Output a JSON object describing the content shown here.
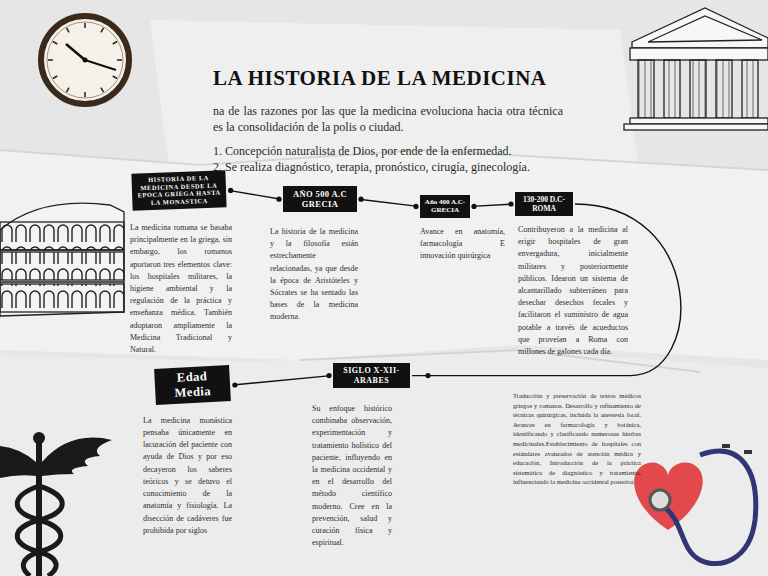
{
  "diagram": {
    "title": "LA HISTORIA DE LA MEDICINA",
    "nodes": [
      {
        "text": [
          "HISTORIA DE LA MEDICINA DESDE LA EPOCA GRIEGA HASTA LA MONASTICA",
          "La medicina romana se basaba principalmente en la griega, sin embargo, los romanos aportaron tres elementos clave: los hospitales militares, la higiene ambiental y la regulación de la práctica y enseñanza médica. También adoptaron ampliamente la Medicina Tradicional y Natural."
        ]
      },
      {
        "text": [
          "AÑO 500 A.C GRECIA",
          "La historia de la medicina y la filosofía están estrechamente relacionadas, ya que desde la época de Aristóteles y Sócrates se ha sentado las bases de la medicina moderna."
        ]
      },
      {
        "text": [
          "Año 400 A.C- GRECIA",
          "Avance en anatomía, farmacología E innovación quirúrgica"
        ]
      },
      {
        "text": [
          "130-200 D.C- ROMA",
          "Contribuyeron a la medicina al erigir hospitales de gran envergadura, inicialmente militares y posteriormente públicos. Idearon un sistema de alcantarillado subterráneo para desechar desechos fecales y facilitaron el suministro de agua potable a través de acueductos que proveían a Roma con millones de galones cada día."
        ]
      },
      {
        "text": [
          "Edad Media",
          "La medicina monástica pensaba únicamente en lacuración del paciente con ayuda de Dios y por eso decayeron los saberes teóricos y se detuvo el conocimiento de la anatomía y fisiología. La disección de cadáveres fue prohibida por siglos"
        ]
      },
      {
        "text": [
          "SIGLO X-XII- ARABES",
          "Su enfoque histórico combinaba observación, experimentación y tratamiento holístico del paciente, influyendo en la medicina occidental y en el desarrollo del método científico moderno. Cree en la prevención, salud y curación física y espiritual."
        ]
      }
    ],
    "edges": [
      {
        "from": 0,
        "to": 1,
        "arrow": "none"
      },
      {
        "from": 1,
        "to": 2,
        "arrow": "none"
      },
      {
        "from": 2,
        "to": 3,
        "arrow": "none"
      },
      {
        "from": 3,
        "to": 5,
        "arrow": "none"
      },
      {
        "from": 4,
        "to": 5,
        "arrow": "none"
      }
    ],
    "labels": [
      "na de las razones por las que la medicina evoluciona hacia otra técnica es la consolidación de la polis o ciudad.",
      "1. Concepción naturalista de Dios, por ende de la enfermedad.",
      "2. Se realiza diagnóstico, terapia, pronóstico, cirugía, ginecología.",
      "Traducción y preservación de textos médicos griegos y romanos. Desarrollo y refinamiento de técnicas quirúrgicas, incluida la anestesia local. Avances en farmacología y botánica, identificando y clasificando numerosas hierbas medicinales.Establecimiento de hospitales con estándares avanzados de atención médica y educación. Introducción de la práctica sistemática de diagnóstico y tratamiento, influenciando la medicina occidental posterior."
    ]
  }
}
